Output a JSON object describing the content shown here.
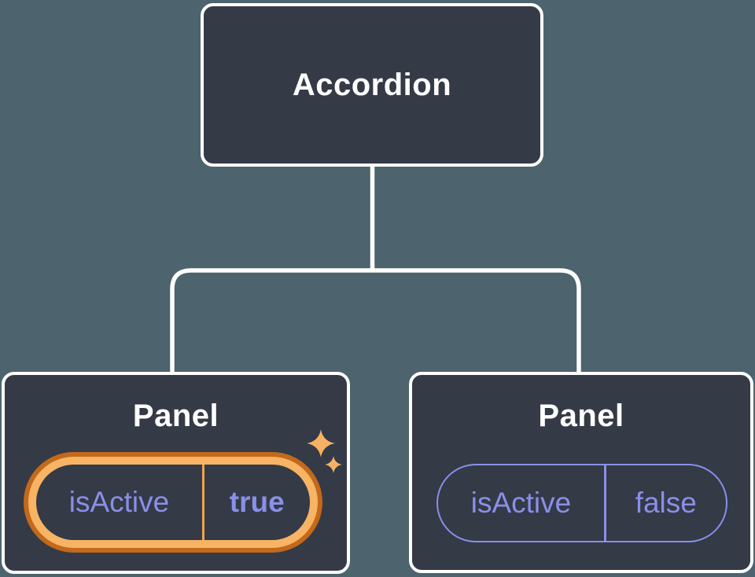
{
  "diagram_type": "component-tree",
  "tree": {
    "root": {
      "label": "Accordion"
    },
    "panels": [
      {
        "label": "Panel",
        "prop": "isActive",
        "value": "true",
        "highlighted": true
      },
      {
        "label": "Panel",
        "prop": "isActive",
        "value": "false",
        "highlighted": false
      }
    ]
  },
  "icons": [
    {
      "name": "sparkle-icon-large",
      "meaning": "state just changed / highlight"
    },
    {
      "name": "sparkle-icon-small",
      "meaning": "state just changed / highlight"
    }
  ],
  "colors": {
    "background": "#4D636E",
    "node_fill": "#343A46",
    "node_border": "#FFFFFF",
    "connector_line": "#FFFFFF",
    "label_text": "#FFFFFF",
    "state_purple": "#8A8FE8",
    "highlight_gold": "#F7B464",
    "highlight_dark_orange": "#C2691B",
    "highlight_divider": "#ECA44E",
    "sparkle_gold": "#F5B264"
  }
}
